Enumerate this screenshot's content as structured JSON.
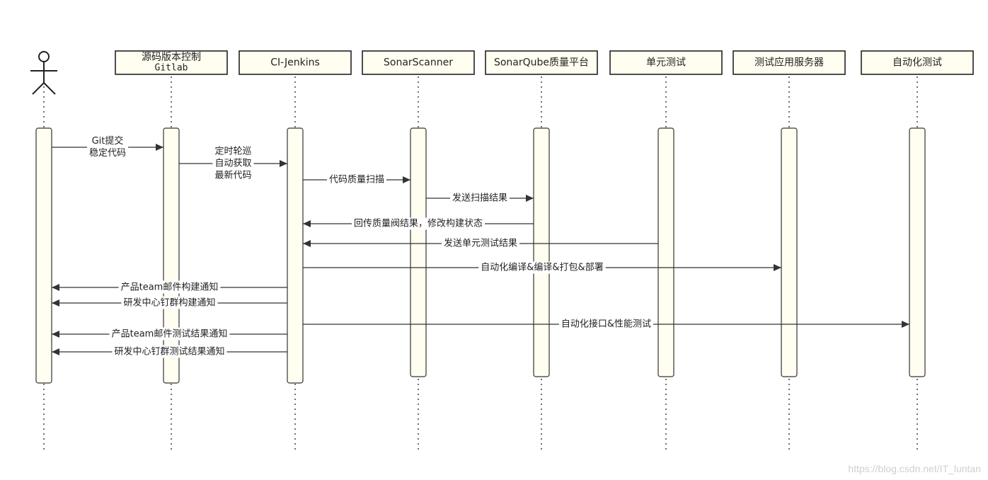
{
  "participants": [
    {
      "id": "user",
      "kind": "actor",
      "lines": []
    },
    {
      "id": "gitlab",
      "kind": "box",
      "lines": [
        "源码版本控制",
        "Gitlab"
      ],
      "mono_second": true
    },
    {
      "id": "jenkins",
      "kind": "box",
      "lines": [
        "CI-Jenkins"
      ]
    },
    {
      "id": "sonarscanner",
      "kind": "box",
      "lines": [
        "SonarScanner"
      ]
    },
    {
      "id": "sonarqube",
      "kind": "box",
      "lines": [
        "SonarQube质量平台"
      ]
    },
    {
      "id": "unittest",
      "kind": "box",
      "lines": [
        "单元测试"
      ]
    },
    {
      "id": "testserver",
      "kind": "box",
      "lines": [
        "测试应用服务器"
      ]
    },
    {
      "id": "autotest",
      "kind": "box",
      "lines": [
        "自动化测试"
      ]
    }
  ],
  "messages": [
    {
      "from": 0,
      "to": 1,
      "lines": [
        "Git提交",
        "稳定代码"
      ]
    },
    {
      "from": 1,
      "to": 2,
      "lines": [
        "定时轮巡",
        "自动获取",
        "最新代码"
      ]
    },
    {
      "from": 2,
      "to": 3,
      "lines": [
        "代码质量扫描"
      ]
    },
    {
      "from": 3,
      "to": 4,
      "lines": [
        "发送扫描结果"
      ]
    },
    {
      "from": 4,
      "to": 2,
      "lines": [
        "回传质量阀结果，修改构建状态"
      ]
    },
    {
      "from": 5,
      "to": 2,
      "lines": [
        "发送单元测试结果"
      ]
    },
    {
      "from": 2,
      "to": 6,
      "lines": [
        "自动化编译&编译&打包&部署"
      ]
    },
    {
      "from": 2,
      "to": 0,
      "lines": [
        "产品team邮件构建通知"
      ]
    },
    {
      "from": 2,
      "to": 0,
      "lines": [
        "研发中心钉群构建通知"
      ]
    },
    {
      "from": 2,
      "to": 7,
      "lines": [
        "自动化接口&性能测试"
      ]
    },
    {
      "from": 2,
      "to": 0,
      "lines": [
        "产品team邮件测试结果通知"
      ]
    },
    {
      "from": 2,
      "to": 0,
      "lines": [
        "研发中心钉群测试结果通知"
      ]
    }
  ],
  "watermark": "https://blog.csdn.net/IT_luntan"
}
